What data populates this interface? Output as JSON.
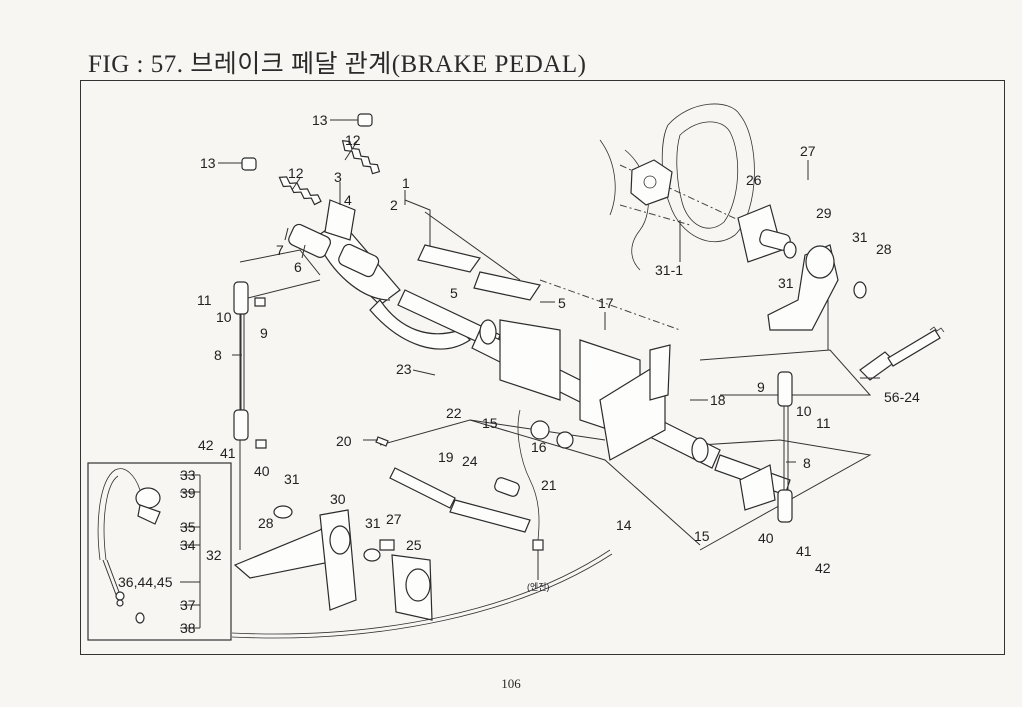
{
  "title": "FIG : 57. 브레이크 페달 관계(BRAKE PEDAL)",
  "page_number": "106",
  "note_engine": "(엔진)",
  "callouts": [
    {
      "id": "c13a",
      "text": "13"
    },
    {
      "id": "c12a",
      "text": "12"
    },
    {
      "id": "c13b",
      "text": "13"
    },
    {
      "id": "c12b",
      "text": "12"
    },
    {
      "id": "c3",
      "text": "3"
    },
    {
      "id": "c1",
      "text": "1"
    },
    {
      "id": "c4",
      "text": "4"
    },
    {
      "id": "c2",
      "text": "2"
    },
    {
      "id": "c7",
      "text": "7"
    },
    {
      "id": "c6",
      "text": "6"
    },
    {
      "id": "c5a",
      "text": "5"
    },
    {
      "id": "c5b",
      "text": "5"
    },
    {
      "id": "c11a",
      "text": "11"
    },
    {
      "id": "c10a",
      "text": "10"
    },
    {
      "id": "c9a",
      "text": "9"
    },
    {
      "id": "c8a",
      "text": "8"
    },
    {
      "id": "c17",
      "text": "17"
    },
    {
      "id": "c31_1",
      "text": "31-1"
    },
    {
      "id": "c26",
      "text": "26"
    },
    {
      "id": "c27a",
      "text": "27"
    },
    {
      "id": "c29",
      "text": "29"
    },
    {
      "id": "c31a",
      "text": "31"
    },
    {
      "id": "c28a",
      "text": "28"
    },
    {
      "id": "c31b",
      "text": "31"
    },
    {
      "id": "c23",
      "text": "23"
    },
    {
      "id": "c22",
      "text": "22"
    },
    {
      "id": "c18",
      "text": "18"
    },
    {
      "id": "c15a",
      "text": "15"
    },
    {
      "id": "c16",
      "text": "16"
    },
    {
      "id": "c9b",
      "text": "9"
    },
    {
      "id": "c10b",
      "text": "10"
    },
    {
      "id": "c11b",
      "text": "11"
    },
    {
      "id": "c56_24",
      "text": "56-24"
    },
    {
      "id": "c42a",
      "text": "42"
    },
    {
      "id": "c41a",
      "text": "41"
    },
    {
      "id": "c40a",
      "text": "40"
    },
    {
      "id": "c20",
      "text": "20"
    },
    {
      "id": "c19",
      "text": "19"
    },
    {
      "id": "c24",
      "text": "24"
    },
    {
      "id": "c21",
      "text": "21"
    },
    {
      "id": "c8b",
      "text": "8"
    },
    {
      "id": "c33",
      "text": "33"
    },
    {
      "id": "c39",
      "text": "39"
    },
    {
      "id": "c35",
      "text": "35"
    },
    {
      "id": "c34",
      "text": "34"
    },
    {
      "id": "c32",
      "text": "32"
    },
    {
      "id": "c36",
      "text": "36,44,45"
    },
    {
      "id": "c37",
      "text": "37"
    },
    {
      "id": "c38",
      "text": "38"
    },
    {
      "id": "c31c",
      "text": "31"
    },
    {
      "id": "c28b",
      "text": "28"
    },
    {
      "id": "c30",
      "text": "30"
    },
    {
      "id": "c31d",
      "text": "31"
    },
    {
      "id": "c27b",
      "text": "27"
    },
    {
      "id": "c25",
      "text": "25"
    },
    {
      "id": "c14",
      "text": "14"
    },
    {
      "id": "c15b",
      "text": "15"
    },
    {
      "id": "c40b",
      "text": "40"
    },
    {
      "id": "c41b",
      "text": "41"
    },
    {
      "id": "c42b",
      "text": "42"
    }
  ]
}
